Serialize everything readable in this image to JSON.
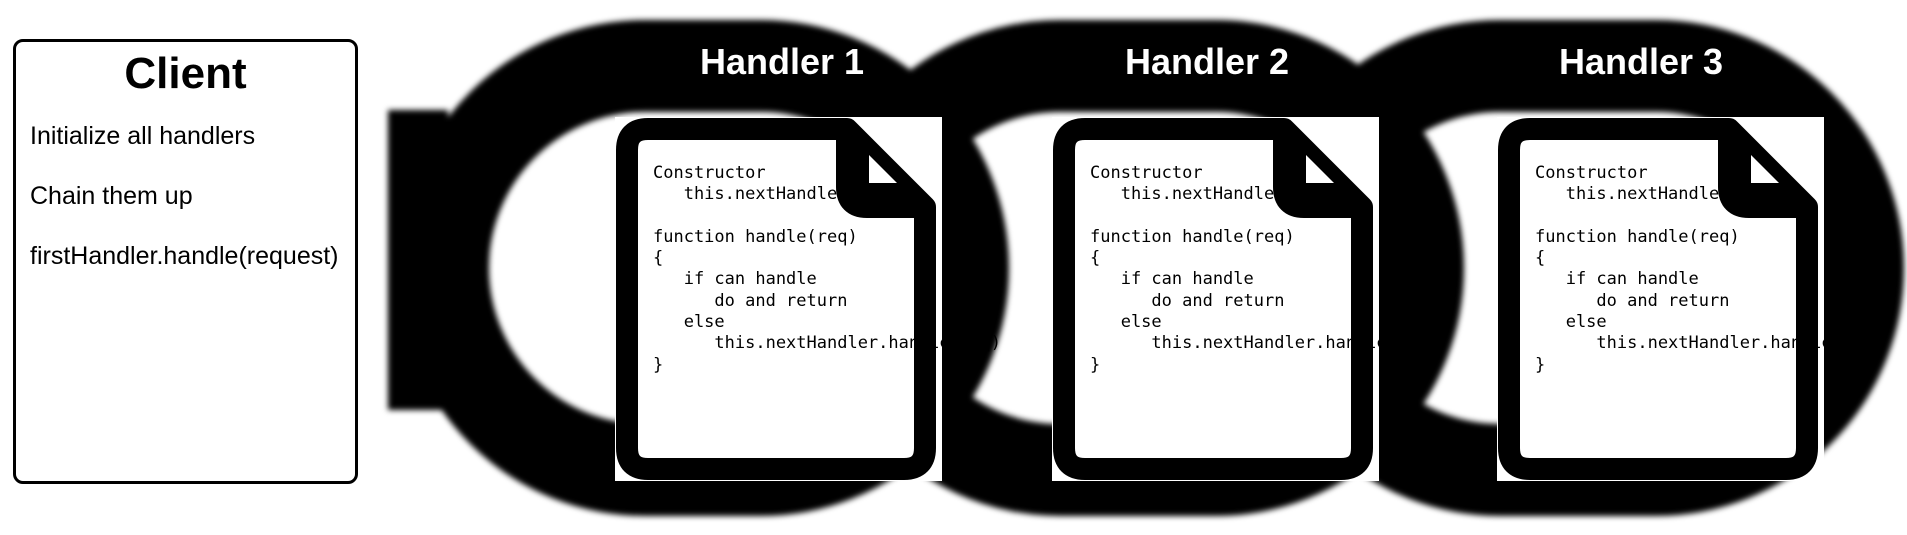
{
  "client": {
    "title": "Client",
    "steps": [
      "Initialize all handlers",
      "Chain them up",
      "firstHandler.handle(request)"
    ]
  },
  "handlers": [
    {
      "title": "Handler 1",
      "code": [
        "Constructor",
        "   this.nextHandler = ...",
        "",
        "function handle(req)",
        "{",
        "   if can handle",
        "      do and return",
        "   else",
        "      this.nextHandler.handle(req)",
        "}"
      ]
    },
    {
      "title": "Handler 2",
      "code": [
        "Constructor",
        "   this.nextHandler = ...",
        "",
        "function handle(req)",
        "{",
        "   if can handle",
        "      do and return",
        "   else",
        "      this.nextHandler.handle(req)",
        "}"
      ]
    },
    {
      "title": "Handler 3",
      "code": [
        "Constructor",
        "   this.nextHandler = ...",
        "",
        "function handle(req)",
        "{",
        "   if can handle",
        "      do and return",
        "   else",
        "      this.nextHandler.handle(req)",
        "}"
      ]
    }
  ],
  "colors": {
    "chain": "#000000",
    "background": "#ffffff",
    "document_border": "#000000"
  },
  "icons": {
    "background": "chain-link-icon",
    "handler": "document-icon"
  }
}
